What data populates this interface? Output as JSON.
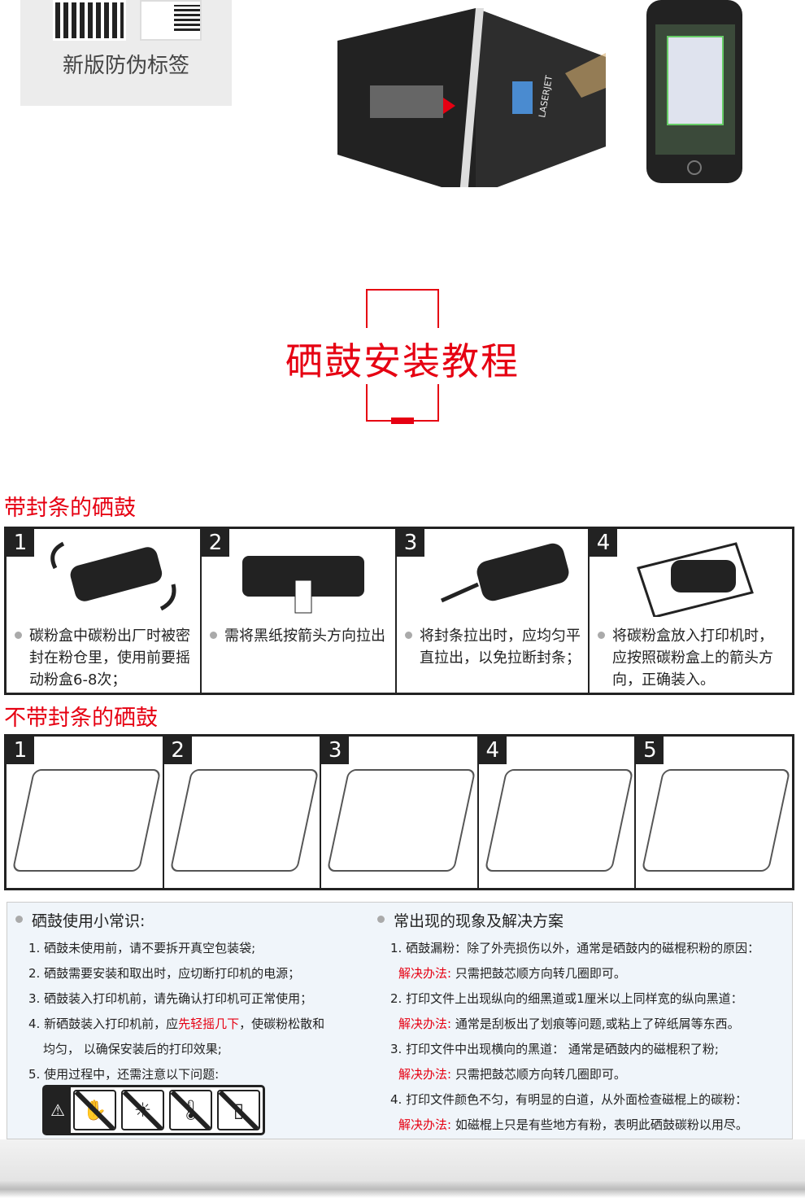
{
  "anti_counterfeit": {
    "label": "新版防伪标签"
  },
  "product_box": {
    "brand_text": "LASERJET"
  },
  "title": "硒鼓安装教程",
  "sealed": {
    "heading": "带封条的硒鼓",
    "steps": [
      {
        "n": "1",
        "text": "碳粉盒中碳粉出厂时被密封在粉仓里，使用前要摇动粉盒6-8次；"
      },
      {
        "n": "2",
        "text": "需将黑纸按箭头方向拉出"
      },
      {
        "n": "3",
        "text": "将封条拉出时，应均匀平直拉出，以免拉断封条；"
      },
      {
        "n": "4",
        "text": "将碳粉盒放入打印机时，应按照碳粉盒上的箭头方向，正确装入。"
      }
    ]
  },
  "unsealed": {
    "heading": "不带封条的硒鼓",
    "steps": [
      "1",
      "2",
      "3",
      "4",
      "5"
    ]
  },
  "tips": {
    "heading": "硒鼓使用小常识:",
    "items": [
      "1. 硒鼓未使用前，请不要拆开真空包装袋;",
      "2. 硒鼓需要安装和取出时，应切断打印机的电源；",
      "3. 硒鼓装入打印机前，请先确认打印机可正常使用；"
    ],
    "item4_a": "4. 新硒鼓装入打印机前，应",
    "item4_red": "先轻摇几下",
    "item4_b": "，使碳粉松散和",
    "item4_c": "均匀，  以确保安装后的打印效果;",
    "item5": "5. 使用过程中，还需注意以下问题:"
  },
  "solutions": {
    "heading": "常出现的现象及解决方案",
    "label": "解决办法:",
    "items": [
      {
        "problem": "1. 硒鼓漏粉：除了外壳损伤以外，通常是硒鼓内的磁棍积粉的原因：",
        "solution": "只需把鼓芯顺方向转几圈即可。"
      },
      {
        "problem": "2. 打印文件上出现纵向的细黑道或1厘米以上同样宽的纵向黑道：",
        "solution": "通常是刮板出了划痕等问题,或粘上了碎纸屑等东西。"
      },
      {
        "problem": "3. 打印文件中出现横向的黑道：  通常是硒鼓内的磁棍积了粉;",
        "solution": "只需把鼓芯顺方向转几圈即可。"
      },
      {
        "problem": "4. 打印文件颜色不匀，有明显的白道，从外面检查磁棍上的碳粉：",
        "solution": "如磁棍上只是有些地方有粉，表明此硒鼓碳粉以用尽。"
      }
    ]
  },
  "colors": {
    "accent": "#e60012"
  }
}
